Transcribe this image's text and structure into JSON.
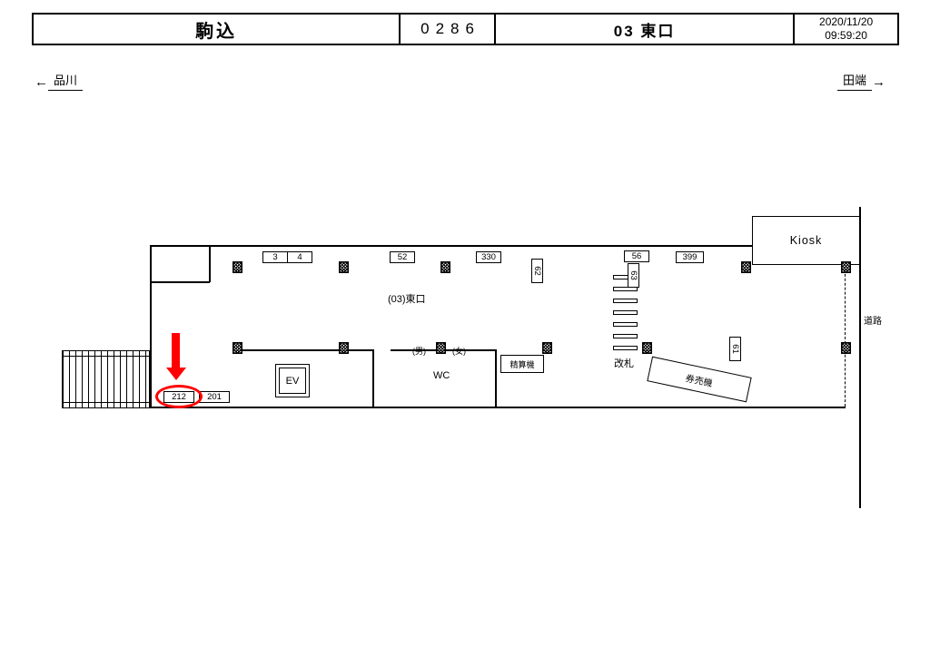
{
  "header": {
    "station_name": "駒込",
    "board_no": "0286",
    "exit_label": "03 東口",
    "date": "2020/11/20",
    "time": "09:59:20"
  },
  "directions": {
    "left": "品川",
    "right": "田端"
  },
  "icons": {
    "arrow_left": "←",
    "arrow_right": "→"
  },
  "plan": {
    "area_label": "(03)東口",
    "labels": {
      "ev": "EV",
      "wc": "WC",
      "men": "(男)",
      "women": "(女)",
      "fare_machine": "精算機",
      "gate": "改札",
      "ticket_machines": "券売機",
      "kiosk": "Kiosk",
      "road": "道路"
    },
    "signs": {
      "b3": "3",
      "b4": "4",
      "b52": "52",
      "b330": "330",
      "b56": "56",
      "b399": "399",
      "b62": "62",
      "b63": "63",
      "b61": "61",
      "b212": "212",
      "b201": "201"
    },
    "highlight": {
      "target": "212",
      "color": "#ff0000"
    },
    "line_color": "#000000"
  }
}
